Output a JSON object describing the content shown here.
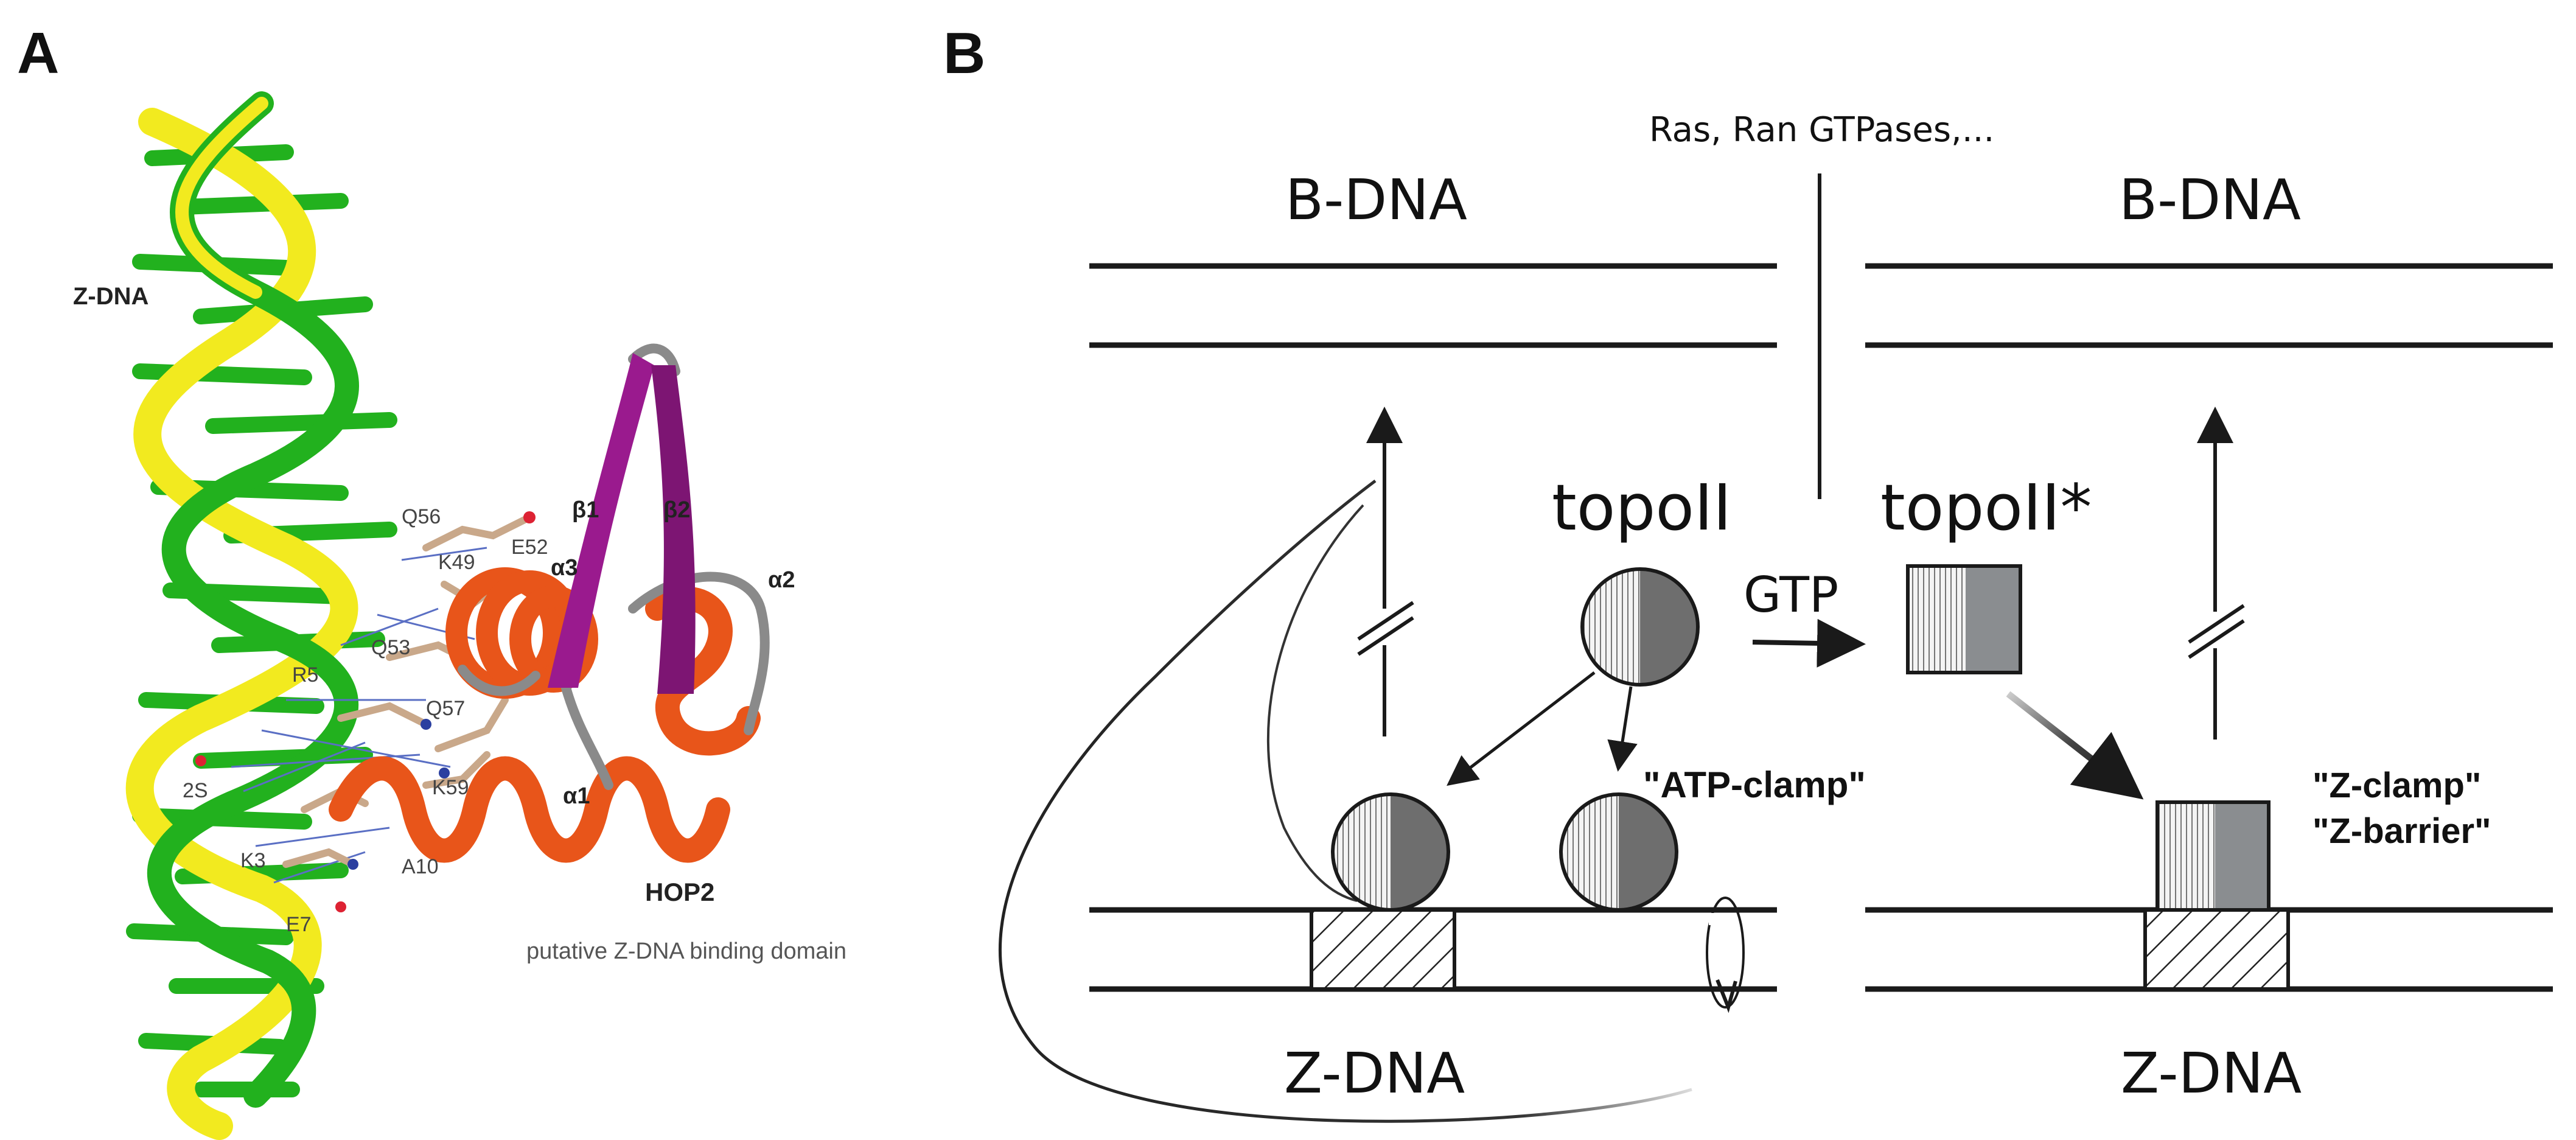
{
  "panel_a": {
    "letter": "A",
    "z_dna_label": "Z-DNA",
    "protein_name": "HOP2",
    "domain_caption": "putative Z-DNA binding domain",
    "secondary_structure": [
      "β1",
      "β2",
      "α1",
      "α2",
      "α3"
    ],
    "residues": [
      "Q56",
      "E52",
      "K49",
      "Q53",
      "R5",
      "Q57",
      "2S",
      "K59",
      "K3",
      "A10",
      "E7"
    ],
    "colors": {
      "dna_backbone": "#f2ea1f",
      "dna_bases": "#22b11e",
      "helix": "#e8551a",
      "strand": "#9a1a8e",
      "loop": "#8a8a8a"
    }
  },
  "panel_b": {
    "letter": "B",
    "top_label": "Ras, Ran GTPases,...",
    "b_dna_left": "B-DNA",
    "b_dna_right": "B-DNA",
    "z_dna_left": "Z-DNA",
    "z_dna_right": "Z-DNA",
    "topo_label": "topoII",
    "topo_star_label": "topoII*",
    "gtp_label": "GTP",
    "atp_clamp": "\"ATP-clamp\"",
    "z_clamp": "\"Z-clamp\"",
    "z_barrier": "\"Z-barrier\"",
    "colors": {
      "shade_dark": "#6e6e6e",
      "square_right": "#8a8d90",
      "line": "#1a1a1a"
    }
  }
}
